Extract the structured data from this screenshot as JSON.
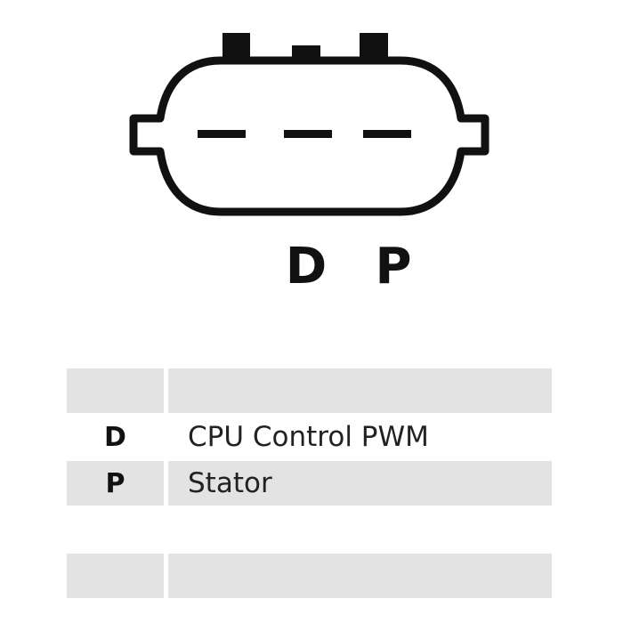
{
  "connector": {
    "pins": [
      {
        "label": "D"
      },
      {
        "label": "P"
      }
    ]
  },
  "table": {
    "rows": [
      {
        "pin": "",
        "description": "",
        "shaded": true
      },
      {
        "pin": "D",
        "description": "CPU Control PWM",
        "shaded": false
      },
      {
        "pin": "P",
        "description": "Stator",
        "shaded": true
      },
      {
        "pin": "",
        "description": "",
        "shaded": false,
        "spacer": true
      },
      {
        "pin": "",
        "description": "",
        "shaded": true
      }
    ]
  },
  "colors": {
    "outline": "#111111",
    "shade": "#e3e3e3",
    "text": "#111111"
  }
}
